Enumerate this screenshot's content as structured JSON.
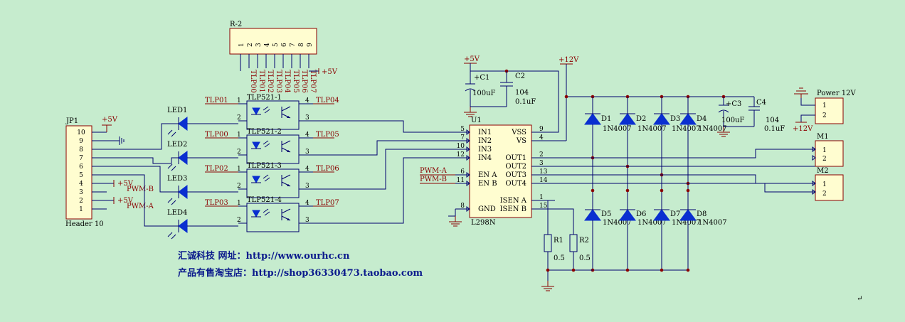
{
  "components": {
    "jp1": {
      "ref": "JP1",
      "name": "Header 10",
      "pins": [
        "10",
        "9",
        "8",
        "7",
        "6",
        "5",
        "4",
        "3",
        "2",
        "1"
      ]
    },
    "r2": {
      "ref": "R-2",
      "pins": [
        "1",
        "2",
        "3",
        "4",
        "5",
        "6",
        "7",
        "8",
        "9"
      ],
      "nets": [
        "TLP00",
        "TLP01",
        "TLP02",
        "TLP03",
        "TLP04",
        "TLP05",
        "TLP06",
        "TLP07"
      ],
      "vcc": "+5V"
    },
    "leds": [
      "LED1",
      "LED2",
      "LED3",
      "LED4"
    ],
    "optos": [
      "TLP521-1",
      "TLP521-2",
      "TLP521-3",
      "TLP521-4"
    ],
    "u1": {
      "ref": "U1",
      "name": "L298N",
      "left_pins": [
        [
          "5",
          "IN1"
        ],
        [
          "7",
          "IN2"
        ],
        [
          "10",
          "IN3"
        ],
        [
          "12",
          "IN4"
        ],
        [
          "6",
          "EN A"
        ],
        [
          "11",
          "EN B"
        ],
        [
          "8",
          "GND"
        ]
      ],
      "right_pins": [
        [
          "9",
          "VSS"
        ],
        [
          "4",
          "VS"
        ],
        [
          "2",
          "OUT1"
        ],
        [
          "3",
          "OUT2"
        ],
        [
          "13",
          "OUT3"
        ],
        [
          "14",
          "OUT4"
        ],
        [
          "1",
          "ISEN A"
        ],
        [
          "15",
          "ISEN B"
        ]
      ]
    },
    "c1": {
      "ref": "C1",
      "value": "100uF"
    },
    "c2": {
      "ref": "C2",
      "value": "104",
      "value2": "0.1uF"
    },
    "c3": {
      "ref": "C3",
      "value": "100uF"
    },
    "c4": {
      "ref": "C4",
      "value": "104",
      "value2": "0.1uF"
    },
    "r1": {
      "ref": "R1",
      "value": "0.5"
    },
    "r2s": {
      "ref": "R2",
      "value": "0.5"
    },
    "diodes": [
      "D1",
      "D2",
      "D3",
      "D4",
      "D5",
      "D6",
      "D7",
      "D8"
    ],
    "diode_part": "1N4007",
    "power": {
      "name": "Power 12V",
      "net": "+12V"
    },
    "m1": {
      "ref": "M1"
    },
    "m2": {
      "ref": "M2"
    }
  },
  "nets": {
    "p5v": "+5V",
    "p12v": "+12V",
    "pwma": "PWM-A",
    "pwmb": "PWM-B",
    "left_tlp": [
      "TLP01",
      "TLP00",
      "TLP02",
      "TLP03"
    ],
    "right_tlp": [
      "TLP04",
      "TLP05",
      "TLP06",
      "TLP07"
    ]
  },
  "footer": {
    "line1": "汇诚科技  网址：http://www.ourhc.cn",
    "line2": "产品有售淘宝店：http://shop36330473.taobao.com"
  },
  "colors": {
    "background": "#c6ecce",
    "wire": "#00006e",
    "component_fill": "#fffdd0",
    "diode": "#0a2fd0",
    "net_label": "#8b0000",
    "footer": "#0b1a8c"
  }
}
